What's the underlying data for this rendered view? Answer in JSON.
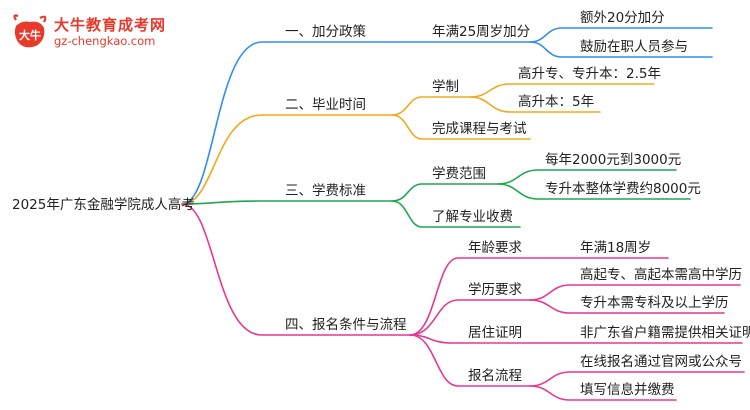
{
  "logo": {
    "title": "大牛教育成考网",
    "url": "gz-chengkao.com",
    "mark_text": "大牛"
  },
  "mindmap": {
    "root": "2025年广东金融学院成人高考",
    "colors": {
      "branch1": "#2f8ef0",
      "branch2": "#f3a81b",
      "branch3": "#1fa84f",
      "branch4": "#e8378f",
      "logo": "#e8392b"
    },
    "branches": [
      {
        "label": "一、加分政策",
        "children": [
          {
            "label": "年满25周岁加分",
            "children": [
              {
                "label": "额外20分加分"
              },
              {
                "label": "鼓励在职人员参与"
              }
            ]
          }
        ]
      },
      {
        "label": "二、毕业时间",
        "children": [
          {
            "label": "学制",
            "children": [
              {
                "label": "高升专、专升本：2.5年"
              },
              {
                "label": "高升本：5年"
              }
            ]
          },
          {
            "label": "完成课程与考试"
          }
        ]
      },
      {
        "label": "三、学费标准",
        "children": [
          {
            "label": "学费范围",
            "children": [
              {
                "label": "每年2000元到3000元"
              },
              {
                "label": "专升本整体学费约8000元"
              }
            ]
          },
          {
            "label": "了解专业收费"
          }
        ]
      },
      {
        "label": "四、报名条件与流程",
        "children": [
          {
            "label": "年龄要求",
            "children": [
              {
                "label": "年满18周岁"
              }
            ]
          },
          {
            "label": "学历要求",
            "children": [
              {
                "label": "高起专、高起本需高中学历"
              },
              {
                "label": "专升本需专科及以上学历"
              }
            ]
          },
          {
            "label": "居住证明",
            "children": [
              {
                "label": "非广东省户籍需提供相关证明"
              }
            ]
          },
          {
            "label": "报名流程",
            "children": [
              {
                "label": "在线报名通过官网或公众号"
              },
              {
                "label": "填写信息并缴费"
              }
            ]
          }
        ]
      }
    ]
  }
}
